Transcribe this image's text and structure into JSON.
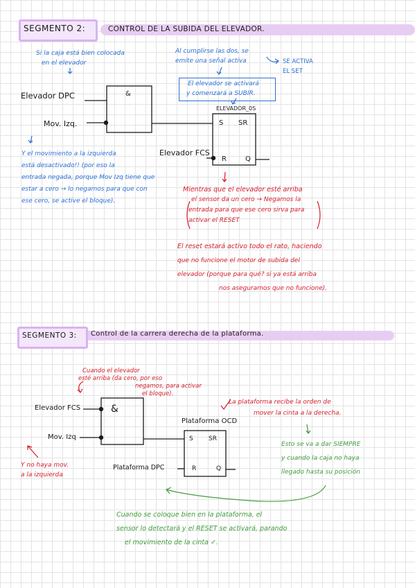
{
  "seg2": {
    "label": "SEGMENTO 2:",
    "title": "CONTROL DE LA SUBIDA DEL ELEVADOR.",
    "note_blue_1": [
      "Si la caja está bien colocada",
      "en el elevador"
    ],
    "note_blue_2": [
      "Al cumplirse las dos, se",
      "emite una señal activa"
    ],
    "note_blue_3": [
      "SE ACTIVA",
      "EL SET"
    ],
    "boxed_note": [
      "El elevador se activará",
      "y comenzará a SUBIR."
    ],
    "input_1": "Elevador DPC",
    "input_2": "Mov. Izq.",
    "and_symbol": "&",
    "sr_title": "ELEVADOR_0S",
    "sr_s": "S",
    "sr_sr": "SR",
    "sr_r": "R",
    "sr_q": "Q",
    "reset_input": "Elevador FCS",
    "note_blue_4": [
      "Y el movimiento a la izquierda",
      "está desactivado!! (por eso la",
      "entrada negada, porque Mov Izq tiene que",
      "estar a cero → lo negamos para que con",
      "ese cero, se active el bloque)."
    ],
    "note_red_1": [
      "Mientras que el elevador esté arriba",
      "el sensor da un cero → Negamos la",
      "entrada para que ese cero sirva para",
      "activar el RESET"
    ],
    "note_red_2": [
      "El reset estará activo todo el rato, haciendo",
      "que no funcione el motor de subida del",
      "elevador (porque para qué? si ya está arriba",
      "nos aseguramos que no funcione)."
    ]
  },
  "seg3": {
    "label": "SEGMENTO 3:",
    "title": "Control de la carrera derecha de la plataforma.",
    "note_red_1": [
      "Cuando el elevador",
      "esté arriba (da cero, por eso",
      "negamos, para activar",
      "el bloque)."
    ],
    "input_1": "Elevador FCS",
    "input_2": "Mov. Izq",
    "and_symbol": "&",
    "note_red_2": [
      "Y no haya mov.",
      "a la izquierda"
    ],
    "note_red_3": [
      "La plataforma recibe la orden de",
      "mover la cinta a la derecha."
    ],
    "sr_title": "Plataforma OCD",
    "sr_s": "S",
    "sr_sr": "SR",
    "sr_r": "R",
    "sr_q": "Q",
    "reset_input": "Plataforma DPC",
    "note_green_1": [
      "Esto se va a dar SIEMPRE",
      "y cuando la caja no haya",
      "llegado hasta su posición"
    ],
    "note_green_2": [
      "Cuando se coloque bien en la plataforma, el",
      "sensor lo detectará y el RESET se activará, parando",
      "el movimiento de la cinta ✓."
    ]
  },
  "colors": {
    "blue": "#2a6fd6",
    "red": "#d61c2a",
    "green": "#3f9c3a",
    "highlight": "#e8cdf3"
  }
}
